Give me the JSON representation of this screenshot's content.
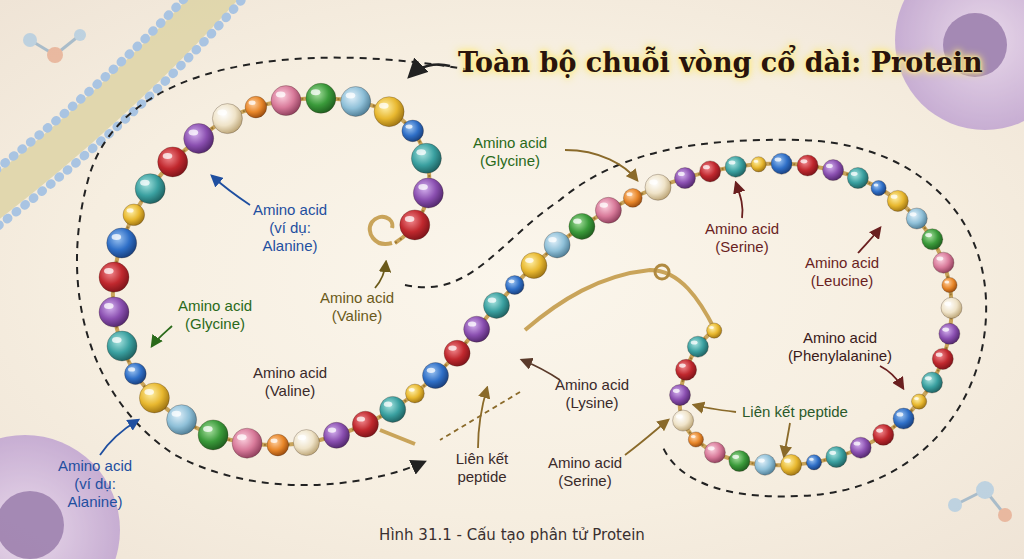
{
  "diagram": {
    "title": "Toàn bộ chuỗi vòng cổ dài: Protein",
    "caption": "Hình 31.1 - Cấu tạo phân tử Protein",
    "labels": [
      "Amino acid (Glycine)",
      "Amino acid (ví dụ: Alanine)",
      "Amino acid (Serine)",
      "Amino acid (Leucine)",
      "Amino acid (Glycine)",
      "Amino acid (Valine)",
      "Amino acid (Phenylalanine)",
      "Amino acid (Valine)",
      "Amino acid (Lysine)",
      "Liên kết peptide",
      "Amino acid (ví dụ: Alanine)",
      "Liên kết peptide",
      "Amino acid (Serine)"
    ]
  }
}
